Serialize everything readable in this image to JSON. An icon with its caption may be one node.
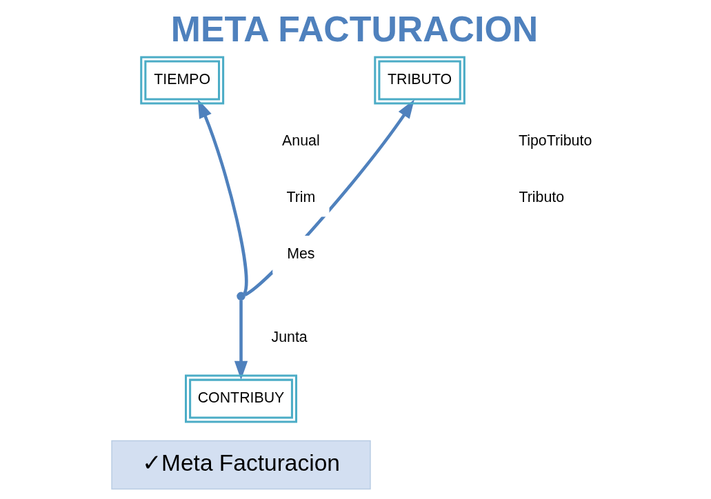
{
  "diagram": {
    "title": "META FACTURACION",
    "nodes": [
      {
        "text": [
          "TIEMPO"
        ]
      },
      {
        "text": [
          "TRIBUTO"
        ]
      },
      {
        "text": [
          "CONTRIBUY"
        ]
      },
      {
        "text": [
          "✓Meta Facturacion"
        ]
      },
      {
        "text": [],
        "shape": "point"
      }
    ],
    "edges": [
      {
        "from": 4,
        "to": 0,
        "arrow": "to"
      },
      {
        "from": 4,
        "to": 1,
        "arrow": "to"
      },
      {
        "from": 4,
        "to": 2,
        "arrow": "to"
      }
    ],
    "labels": [
      "Anual",
      "Trim",
      "Mes",
      "TipoTributo",
      "Tributo",
      "Junta"
    ]
  }
}
